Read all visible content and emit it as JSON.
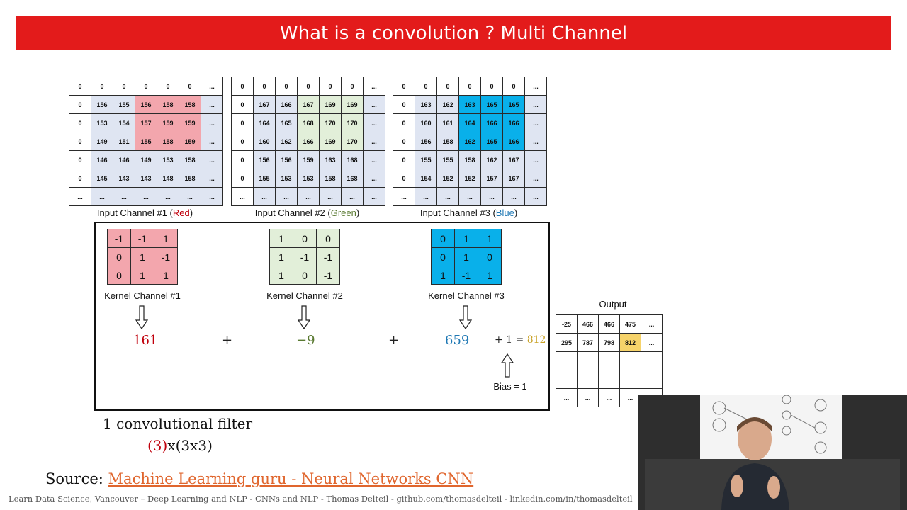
{
  "title": "What is a convolution ? Multi Channel",
  "input_channels": [
    {
      "label_prefix": "Input Channel #1 (",
      "label_color_word": "Red",
      "label_suffix": ")",
      "rows": [
        [
          "0",
          "0",
          "0",
          "0",
          "0",
          "0",
          "..."
        ],
        [
          "0",
          "156",
          "155",
          "156",
          "158",
          "158",
          "..."
        ],
        [
          "0",
          "153",
          "154",
          "157",
          "159",
          "159",
          "..."
        ],
        [
          "0",
          "149",
          "151",
          "155",
          "158",
          "159",
          "..."
        ],
        [
          "0",
          "146",
          "146",
          "149",
          "153",
          "158",
          "..."
        ],
        [
          "0",
          "145",
          "143",
          "143",
          "148",
          "158",
          "..."
        ],
        [
          "...",
          "...",
          "...",
          "...",
          "...",
          "...",
          "..."
        ]
      ]
    },
    {
      "label_prefix": "Input Channel #2 (",
      "label_color_word": "Green",
      "label_suffix": ")",
      "rows": [
        [
          "0",
          "0",
          "0",
          "0",
          "0",
          "0",
          "..."
        ],
        [
          "0",
          "167",
          "166",
          "167",
          "169",
          "169",
          "..."
        ],
        [
          "0",
          "164",
          "165",
          "168",
          "170",
          "170",
          "..."
        ],
        [
          "0",
          "160",
          "162",
          "166",
          "169",
          "170",
          "..."
        ],
        [
          "0",
          "156",
          "156",
          "159",
          "163",
          "168",
          "..."
        ],
        [
          "0",
          "155",
          "153",
          "153",
          "158",
          "168",
          "..."
        ],
        [
          "...",
          "...",
          "...",
          "...",
          "...",
          "...",
          "..."
        ]
      ]
    },
    {
      "label_prefix": "Input Channel #3 (",
      "label_color_word": "Blue",
      "label_suffix": ")",
      "rows": [
        [
          "0",
          "0",
          "0",
          "0",
          "0",
          "0",
          "..."
        ],
        [
          "0",
          "163",
          "162",
          "163",
          "165",
          "165",
          "..."
        ],
        [
          "0",
          "160",
          "161",
          "164",
          "166",
          "166",
          "..."
        ],
        [
          "0",
          "156",
          "158",
          "162",
          "165",
          "166",
          "..."
        ],
        [
          "0",
          "155",
          "155",
          "158",
          "162",
          "167",
          "..."
        ],
        [
          "0",
          "154",
          "152",
          "152",
          "157",
          "167",
          "..."
        ],
        [
          "...",
          "...",
          "...",
          "...",
          "...",
          "...",
          "..."
        ]
      ]
    }
  ],
  "kernels": [
    {
      "label": "Kernel Channel #1",
      "rows": [
        [
          "-1",
          "-1",
          "1"
        ],
        [
          "0",
          "1",
          "-1"
        ],
        [
          "0",
          "1",
          "1"
        ]
      ],
      "result": "161"
    },
    {
      "label": "Kernel Channel #2",
      "rows": [
        [
          "1",
          "0",
          "0"
        ],
        [
          "1",
          "-1",
          "-1"
        ],
        [
          "1",
          "0",
          "-1"
        ]
      ],
      "result": "−9"
    },
    {
      "label": "Kernel Channel #3",
      "rows": [
        [
          "0",
          "1",
          "1"
        ],
        [
          "0",
          "1",
          "0"
        ],
        [
          "1",
          "-1",
          "1"
        ]
      ],
      "result": "659"
    }
  ],
  "plus_sign": "+",
  "bias_expr": "+ 1 = ",
  "bias_result": "812",
  "bias_label": "Bias = 1",
  "output": {
    "label": "Output",
    "rows": [
      [
        "-25",
        "466",
        "466",
        "475",
        "..."
      ],
      [
        "295",
        "787",
        "798",
        "812",
        "..."
      ],
      [
        "",
        "",
        "",
        "",
        ""
      ],
      [
        "",
        "",
        "",
        "",
        ""
      ],
      [
        "...",
        "...",
        "...",
        "...",
        ""
      ]
    ]
  },
  "subtitle_line1": "1 convolutional filter",
  "subtitle_line2_paren": "(3)",
  "subtitle_line2_rest": "x(3x3)",
  "source_label": "Source:",
  "source_link": "Machine Learning guru - Neural Networks CNN",
  "footer": "Learn Data Science, Vancouver – Deep Learning and NLP - CNNs and NLP - Thomas Delteil - github.com/thomasdelteil - linkedin.com/in/thomasdelteil",
  "colors": {
    "title_bg": "#e31b1b",
    "red_highlight": "#f3a6ad",
    "green_highlight": "#e2efd9",
    "blue_highlight": "#09b0ea",
    "padding": "#dfe5f2",
    "output_highlight": "#f6d36a",
    "red_text": "#c0000c",
    "green_text": "#5a7a32",
    "blue_text": "#1f78b4",
    "gold_text": "#c9a227",
    "link": "#e0662e"
  }
}
